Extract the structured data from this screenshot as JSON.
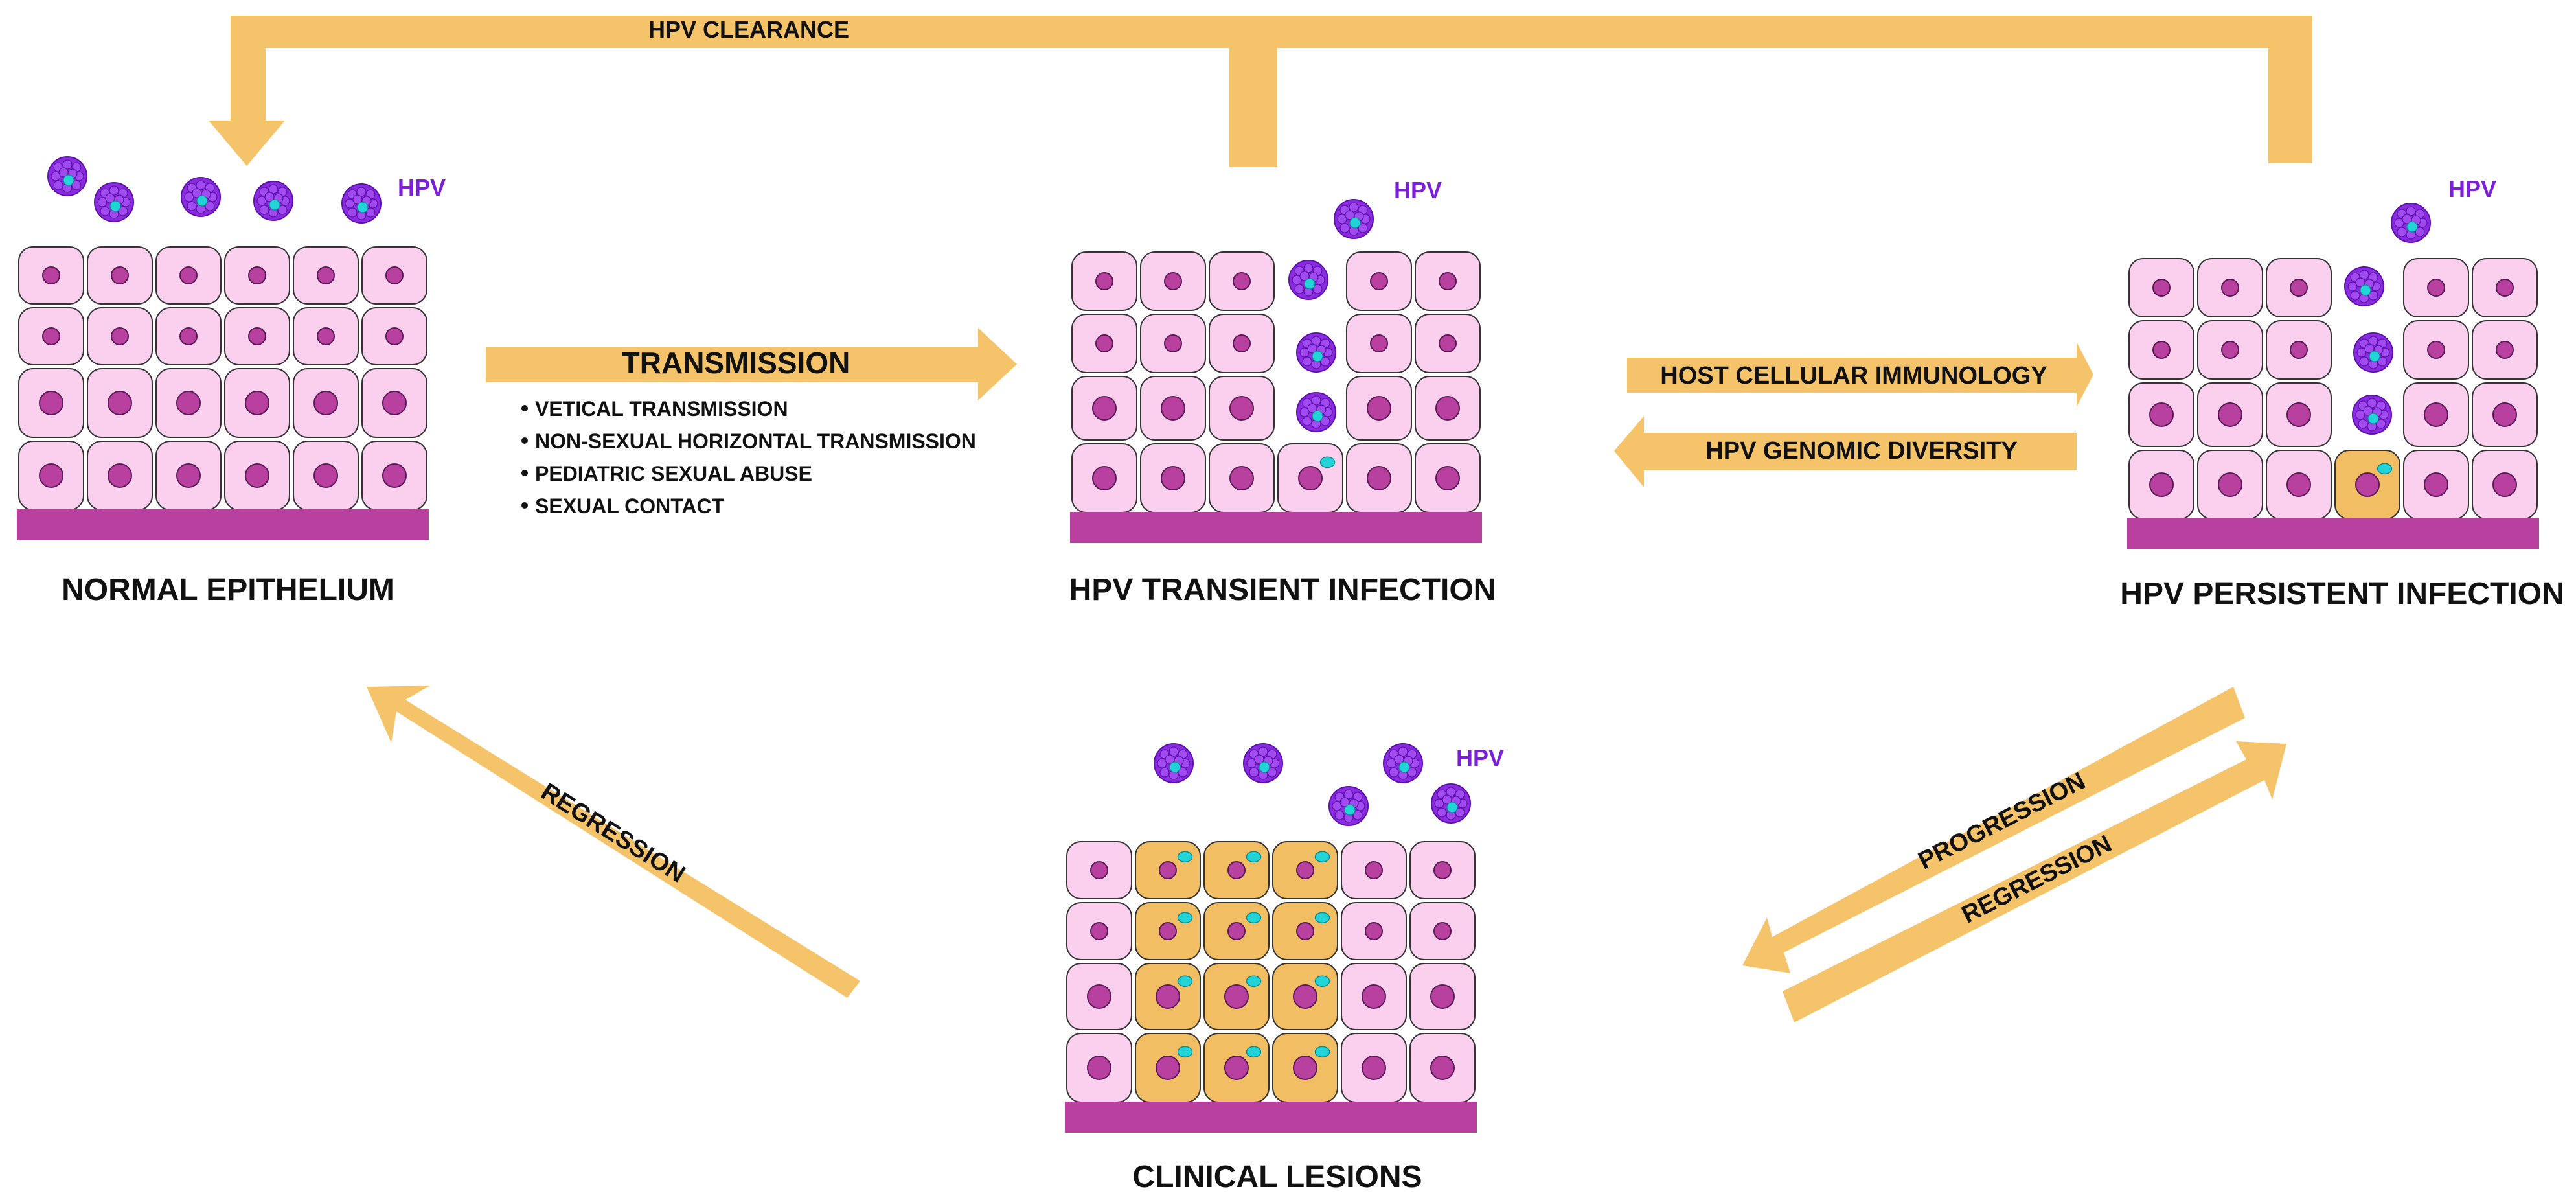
{
  "colors": {
    "arrow": "#F5C46A",
    "cell_fill": "#FAD0EE",
    "cell_stroke": "#333333",
    "nucleus": "#B8409E",
    "nucleus_stroke": "#5A1A55",
    "basement": "#B8409E",
    "infected_cell": "#F2BE63",
    "virus": "#8B2BE0",
    "virus_dark": "#5A12A8",
    "genome": "#22D4D8",
    "hpv_text": "#7B1FD8"
  },
  "labels": {
    "normal": "NORMAL EPITHELIUM",
    "transient": "HPV TRANSIENT INFECTION",
    "persistent": "HPV PERSISTENT INFECTION",
    "lesions": "CLINICAL LESIONS"
  },
  "hpv_tag": "HPV",
  "arrows": {
    "clearance": "HPV CLEARANCE",
    "transmission": "TRANSMISSION",
    "host_immunology": "HOST CELLULAR IMMUNOLOGY",
    "genomic_diversity": "HPV GENOMIC DIVERSITY",
    "regression_left": "REGRESSION",
    "progression": "PROGRESSION",
    "regression_right": "REGRESSION"
  },
  "transmission_routes": [
    "VETICAL TRANSMISSION",
    "NON-SEXUAL HORIZONTAL TRANSMISSION",
    "PEDIATRIC SEXUAL ABUSE",
    "SEXUAL CONTACT"
  ]
}
